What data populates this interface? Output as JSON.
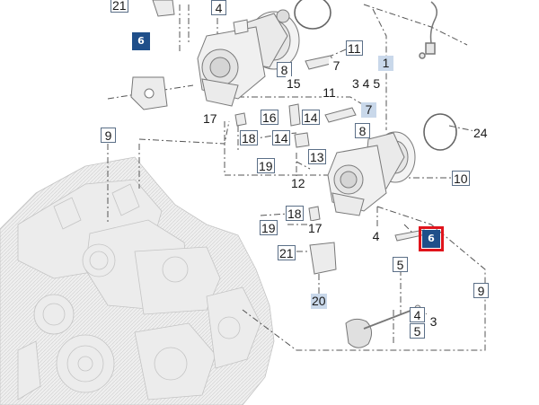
{
  "diagram": {
    "accent_selected": "#e0141c",
    "badge_color": "#1f4f8a",
    "callouts": [
      {
        "id": "c21top",
        "text": "21",
        "style": "boxed"
      },
      {
        "id": "c4top",
        "text": "4",
        "style": "boxed"
      },
      {
        "id": "c11a",
        "text": "11",
        "style": "boxed"
      },
      {
        "id": "c7a",
        "text": "7",
        "style": "plain"
      },
      {
        "id": "c8a",
        "text": "8",
        "style": "boxed"
      },
      {
        "id": "c1",
        "text": "1",
        "style": "shade"
      },
      {
        "id": "c15",
        "text": "15",
        "style": "plain"
      },
      {
        "id": "c11b",
        "text": "11",
        "style": "plain"
      },
      {
        "id": "c7b",
        "text": "7",
        "style": "shade"
      },
      {
        "id": "c17a",
        "text": "17",
        "style": "plain"
      },
      {
        "id": "c16",
        "text": "16",
        "style": "boxed"
      },
      {
        "id": "c14a",
        "text": "14",
        "style": "boxed"
      },
      {
        "id": "c8b",
        "text": "8",
        "style": "boxed"
      },
      {
        "id": "c24",
        "text": "24",
        "style": "plain"
      },
      {
        "id": "c9a",
        "text": "9",
        "style": "boxed"
      },
      {
        "id": "c18a",
        "text": "18",
        "style": "boxed"
      },
      {
        "id": "c14b",
        "text": "14",
        "style": "boxed"
      },
      {
        "id": "c13",
        "text": "13",
        "style": "boxed"
      },
      {
        "id": "c19a",
        "text": "19",
        "style": "boxed"
      },
      {
        "id": "c10",
        "text": "10",
        "style": "boxed"
      },
      {
        "id": "c12",
        "text": "12",
        "style": "plain"
      },
      {
        "id": "c18b",
        "text": "18",
        "style": "boxed"
      },
      {
        "id": "c19b",
        "text": "19",
        "style": "boxed"
      },
      {
        "id": "c17b",
        "text": "17",
        "style": "plain"
      },
      {
        "id": "c4b",
        "text": "4",
        "style": "plain"
      },
      {
        "id": "c21b",
        "text": "21",
        "style": "boxed"
      },
      {
        "id": "c5a",
        "text": "5",
        "style": "boxed"
      },
      {
        "id": "c9b",
        "text": "9",
        "style": "boxed"
      },
      {
        "id": "c20",
        "text": "20",
        "style": "shade"
      },
      {
        "id": "c4c",
        "text": "4",
        "style": "boxed"
      },
      {
        "id": "c3",
        "text": "3",
        "style": "plain"
      },
      {
        "id": "c5b",
        "text": "5",
        "style": "boxed"
      }
    ],
    "group_callout": "3 4 5",
    "badges": [
      {
        "id": "b6top",
        "text": "6",
        "selected": false
      },
      {
        "id": "b6sel",
        "text": "6",
        "selected": true
      }
    ]
  }
}
